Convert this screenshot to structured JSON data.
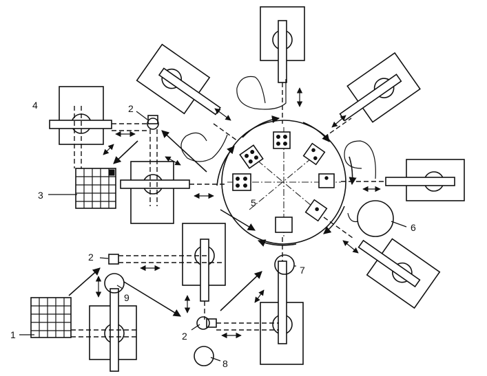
{
  "labels": {
    "l1": "1",
    "l2a": "2",
    "l2b": "2",
    "l2c": "2",
    "l3": "3",
    "l4": "4",
    "l5": "5",
    "l6": "6",
    "l7": "7",
    "l8": "8",
    "l9": "9"
  }
}
